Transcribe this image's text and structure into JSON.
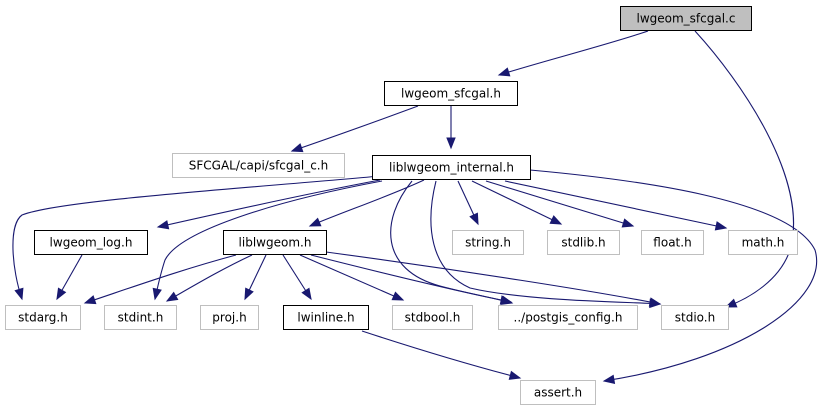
{
  "title": "lwgeom_sfcgal.c include dependency graph",
  "colors": {
    "edge": "#191970",
    "root_fill": "#bfbfbf",
    "documented_border": "#000000",
    "external_border": "#bfbfbf",
    "external_text": "#000000"
  },
  "nodes": [
    {
      "id": "lwgeom_sfcgal_c",
      "label": "lwgeom_sfcgal.c",
      "kind": "root"
    },
    {
      "id": "lwgeom_sfcgal_h",
      "label": "lwgeom_sfcgal.h",
      "kind": "documented"
    },
    {
      "id": "sfcgal_c_h",
      "label": "SFCGAL/capi/sfcgal_c.h",
      "kind": "external"
    },
    {
      "id": "liblwgeom_internal_h",
      "label": "liblwgeom_internal.h",
      "kind": "documented"
    },
    {
      "id": "lwgeom_log_h",
      "label": "lwgeom_log.h",
      "kind": "documented"
    },
    {
      "id": "liblwgeom_h",
      "label": "liblwgeom.h",
      "kind": "documented"
    },
    {
      "id": "string_h",
      "label": "string.h",
      "kind": "external"
    },
    {
      "id": "stdlib_h",
      "label": "stdlib.h",
      "kind": "external"
    },
    {
      "id": "float_h",
      "label": "float.h",
      "kind": "external"
    },
    {
      "id": "math_h",
      "label": "math.h",
      "kind": "external"
    },
    {
      "id": "stdarg_h",
      "label": "stdarg.h",
      "kind": "external"
    },
    {
      "id": "stdint_h",
      "label": "stdint.h",
      "kind": "external"
    },
    {
      "id": "proj_h",
      "label": "proj.h",
      "kind": "external"
    },
    {
      "id": "lwinline_h",
      "label": "lwinline.h",
      "kind": "documented"
    },
    {
      "id": "stdbool_h",
      "label": "stdbool.h",
      "kind": "external"
    },
    {
      "id": "postgis_config_h",
      "label": "../postgis_config.h",
      "kind": "external"
    },
    {
      "id": "stdio_h",
      "label": "stdio.h",
      "kind": "external"
    },
    {
      "id": "assert_h",
      "label": "assert.h",
      "kind": "external"
    }
  ],
  "edges": [
    {
      "from": "lwgeom_sfcgal_c",
      "to": "lwgeom_sfcgal_h"
    },
    {
      "from": "lwgeom_sfcgal_c",
      "to": "stdio_h"
    },
    {
      "from": "lwgeom_sfcgal_h",
      "to": "sfcgal_c_h"
    },
    {
      "from": "lwgeom_sfcgal_h",
      "to": "liblwgeom_internal_h"
    },
    {
      "from": "liblwgeom_internal_h",
      "to": "stdarg_h"
    },
    {
      "from": "liblwgeom_internal_h",
      "to": "lwgeom_log_h"
    },
    {
      "from": "liblwgeom_internal_h",
      "to": "stdint_h"
    },
    {
      "from": "liblwgeom_internal_h",
      "to": "liblwgeom_h"
    },
    {
      "from": "liblwgeom_internal_h",
      "to": "postgis_config_h"
    },
    {
      "from": "liblwgeom_internal_h",
      "to": "stdio_h"
    },
    {
      "from": "liblwgeom_internal_h",
      "to": "string_h"
    },
    {
      "from": "liblwgeom_internal_h",
      "to": "stdlib_h"
    },
    {
      "from": "liblwgeom_internal_h",
      "to": "float_h"
    },
    {
      "from": "liblwgeom_internal_h",
      "to": "math_h"
    },
    {
      "from": "liblwgeom_internal_h",
      "to": "assert_h"
    },
    {
      "from": "lwgeom_log_h",
      "to": "stdarg_h"
    },
    {
      "from": "liblwgeom_h",
      "to": "stdarg_h"
    },
    {
      "from": "liblwgeom_h",
      "to": "stdint_h"
    },
    {
      "from": "liblwgeom_h",
      "to": "proj_h"
    },
    {
      "from": "liblwgeom_h",
      "to": "lwinline_h"
    },
    {
      "from": "liblwgeom_h",
      "to": "stdbool_h"
    },
    {
      "from": "liblwgeom_h",
      "to": "postgis_config_h"
    },
    {
      "from": "liblwgeom_h",
      "to": "stdio_h"
    },
    {
      "from": "lwinline_h",
      "to": "assert_h"
    }
  ]
}
